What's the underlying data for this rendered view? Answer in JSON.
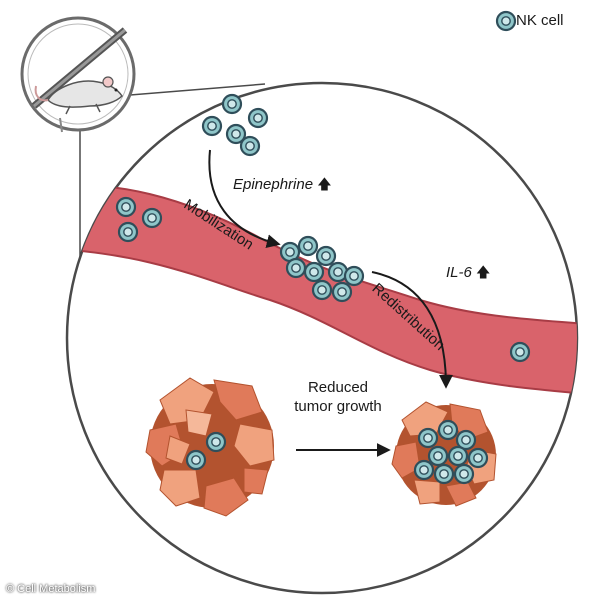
{
  "legend": {
    "label": "NK cell",
    "icon": "nk-cell-icon"
  },
  "labels": {
    "epinephrine": "Epinephrine",
    "il6": "IL-6",
    "mobilization": "Mobilization",
    "redistribution": "Redistribution",
    "reduced_tumor_growth": "Reduced tumor growth",
    "credit": "© Cell Metabolism"
  },
  "colors": {
    "vessel": "#d9636b",
    "vessel_edge": "#a83c45",
    "nk_cell_fill": "#8fc6c9",
    "nk_cell_ring": "#2f4e5a",
    "tumor_light": "#f0a27e",
    "tumor_mid": "#e07a5a",
    "tumor_dark": "#b3532f",
    "circle_stroke": "#4a4a4a"
  }
}
